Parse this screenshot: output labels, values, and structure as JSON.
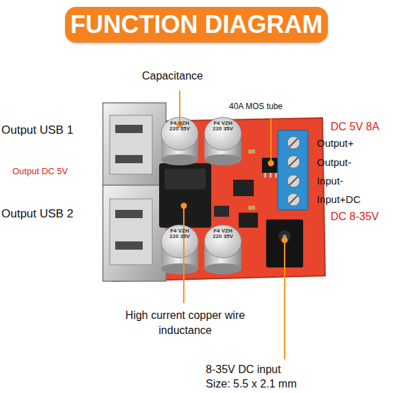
{
  "diagram": {
    "title": "FUNCTION DIAGRAM",
    "labels": [
      "Output USB 1",
      "Output DC 5V",
      "Output USB 2",
      "Capacitance",
      "40A MOS tube",
      "DC 5V 8A",
      "Output+",
      "Output-",
      "Input-",
      "Input+DC",
      "DC 8-35V",
      "High current copper wire inductance",
      "8-35V DC input",
      "Size: 5.5 x 2.1 mm",
      "F4 VZH 220 35V",
      "F4 VZH 220 35V",
      "F4 VZH 220 35V",
      "F4 VZH 220 35V"
    ]
  }
}
